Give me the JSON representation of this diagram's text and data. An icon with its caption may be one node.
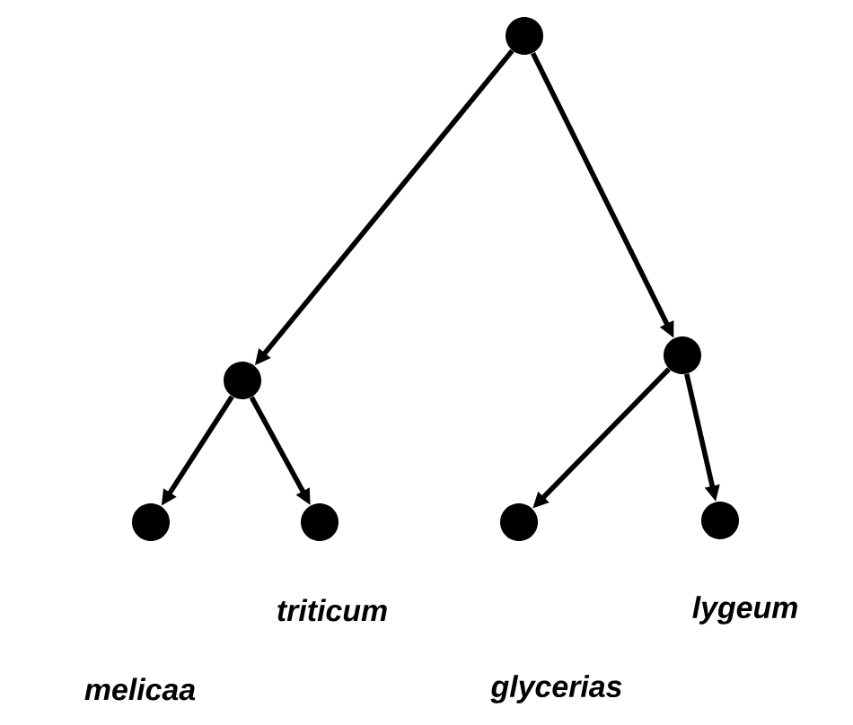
{
  "diagram": {
    "nodes": [
      {
        "text": [],
        "shape": "circle"
      },
      {
        "text": [],
        "shape": "circle"
      },
      {
        "text": [],
        "shape": "circle"
      },
      {
        "text": [],
        "shape": "circle"
      },
      {
        "text": [],
        "shape": "circle"
      },
      {
        "text": [],
        "shape": "circle"
      },
      {
        "text": [],
        "shape": "circle"
      }
    ],
    "edges": [
      {
        "from": 0,
        "to": 1,
        "arrow": "to"
      },
      {
        "from": 0,
        "to": 2,
        "arrow": "to"
      },
      {
        "from": 1,
        "to": 3,
        "arrow": "to"
      },
      {
        "from": 1,
        "to": 4,
        "arrow": "to"
      },
      {
        "from": 2,
        "to": 5,
        "arrow": "to"
      },
      {
        "from": 2,
        "to": 6,
        "arrow": "to"
      }
    ],
    "labels": [
      "triticum",
      "lygeum",
      "melicaa",
      "glycerias"
    ]
  }
}
